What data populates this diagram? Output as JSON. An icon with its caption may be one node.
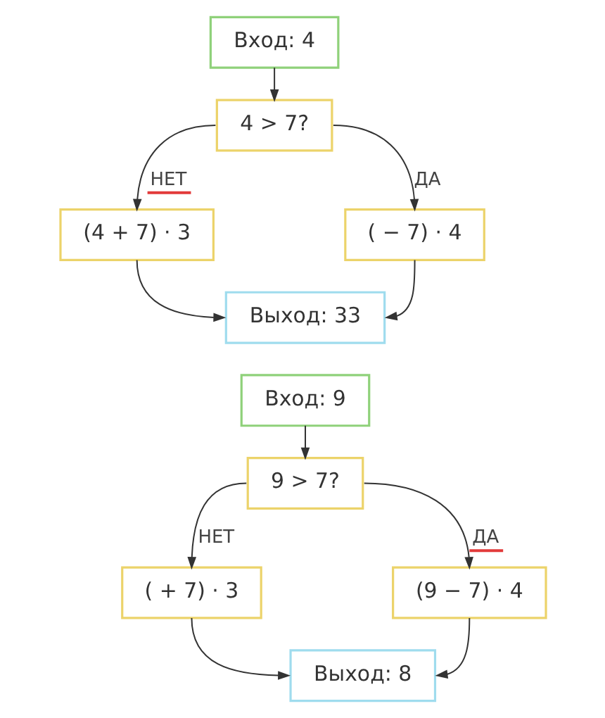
{
  "diagram": {
    "nodes": [
      {
        "text": [
          "Вход: 4"
        ]
      },
      {
        "text": [
          "4 > 7?"
        ]
      },
      {
        "text": [
          "(4 + 7) · 3"
        ]
      },
      {
        "text": [
          "( − 7) · 4"
        ]
      },
      {
        "text": [
          "Выход: 33"
        ]
      },
      {
        "text": [
          "Вход: 9"
        ]
      },
      {
        "text": [
          "9 > 7?"
        ]
      },
      {
        "text": [
          "( + 7) · 3"
        ]
      },
      {
        "text": [
          "(9 − 7) · 4"
        ]
      },
      {
        "text": [
          "Выход: 8"
        ]
      }
    ],
    "edges": [
      {
        "from": 0,
        "to": 1,
        "arrow": "to"
      },
      {
        "from": 1,
        "to": 2,
        "arrow": "to",
        "label": "НЕТ"
      },
      {
        "from": 1,
        "to": 3,
        "arrow": "to",
        "label": "ДА"
      },
      {
        "from": 2,
        "to": 4,
        "arrow": "to"
      },
      {
        "from": 3,
        "to": 4,
        "arrow": "to"
      },
      {
        "from": 5,
        "to": 6,
        "arrow": "to"
      },
      {
        "from": 6,
        "to": 7,
        "arrow": "to",
        "label": "НЕТ"
      },
      {
        "from": 6,
        "to": 8,
        "arrow": "to",
        "label": "ДА"
      },
      {
        "from": 7,
        "to": 9,
        "arrow": "to"
      },
      {
        "from": 8,
        "to": 9,
        "arrow": "to"
      }
    ]
  }
}
